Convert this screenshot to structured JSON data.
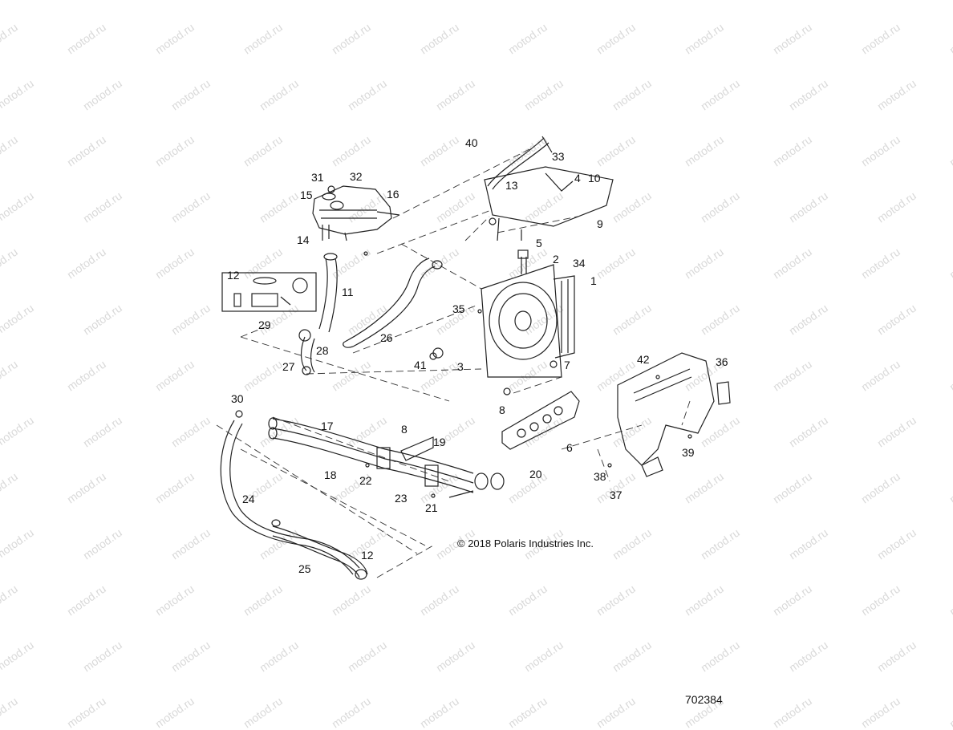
{
  "watermark": {
    "text": "motod.ru",
    "color": "#d9d9d9"
  },
  "copyright": "© 2018 Polaris Industries Inc.",
  "drawing_id": "702384",
  "callouts": [
    {
      "id": "c1",
      "label": "1"
    },
    {
      "id": "c2",
      "label": "2"
    },
    {
      "id": "c3",
      "label": "3"
    },
    {
      "id": "c4",
      "label": "4"
    },
    {
      "id": "c5",
      "label": "5"
    },
    {
      "id": "c6",
      "label": "6"
    },
    {
      "id": "c7",
      "label": "7"
    },
    {
      "id": "c8a",
      "label": "8"
    },
    {
      "id": "c8b",
      "label": "8"
    },
    {
      "id": "c9",
      "label": "9"
    },
    {
      "id": "c10",
      "label": "10"
    },
    {
      "id": "c11",
      "label": "11"
    },
    {
      "id": "c12a",
      "label": "12"
    },
    {
      "id": "c12b",
      "label": "12"
    },
    {
      "id": "c13",
      "label": "13"
    },
    {
      "id": "c14",
      "label": "14"
    },
    {
      "id": "c15",
      "label": "15"
    },
    {
      "id": "c16",
      "label": "16"
    },
    {
      "id": "c17",
      "label": "17"
    },
    {
      "id": "c18",
      "label": "18"
    },
    {
      "id": "c19",
      "label": "19"
    },
    {
      "id": "c20",
      "label": "20"
    },
    {
      "id": "c21",
      "label": "21"
    },
    {
      "id": "c22",
      "label": "22"
    },
    {
      "id": "c23",
      "label": "23"
    },
    {
      "id": "c24",
      "label": "24"
    },
    {
      "id": "c25",
      "label": "25"
    },
    {
      "id": "c26",
      "label": "26"
    },
    {
      "id": "c27",
      "label": "27"
    },
    {
      "id": "c28",
      "label": "28"
    },
    {
      "id": "c29",
      "label": "29"
    },
    {
      "id": "c30",
      "label": "30"
    },
    {
      "id": "c31",
      "label": "31"
    },
    {
      "id": "c32",
      "label": "32"
    },
    {
      "id": "c33",
      "label": "33"
    },
    {
      "id": "c34",
      "label": "34"
    },
    {
      "id": "c35",
      "label": "35"
    },
    {
      "id": "c36",
      "label": "36"
    },
    {
      "id": "c37",
      "label": "37"
    },
    {
      "id": "c38",
      "label": "38"
    },
    {
      "id": "c39",
      "label": "39"
    },
    {
      "id": "c40",
      "label": "40"
    },
    {
      "id": "c41",
      "label": "41"
    },
    {
      "id": "c42",
      "label": "42"
    }
  ]
}
